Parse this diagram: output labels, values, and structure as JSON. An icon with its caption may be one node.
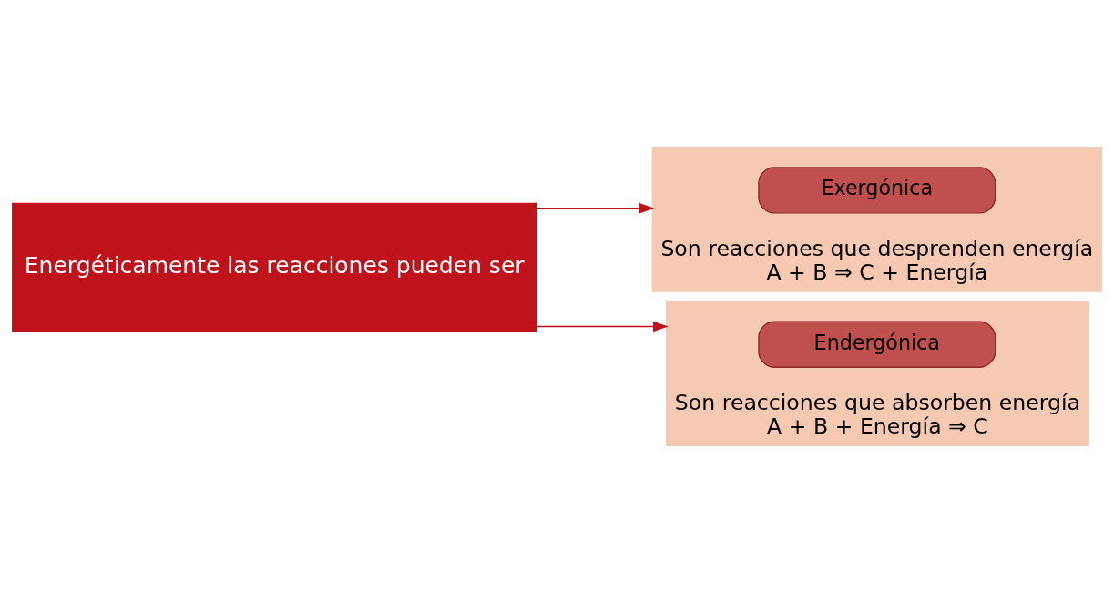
{
  "diagram": {
    "nodes": [
      {
        "text": [
          "Energéticamente las reacciones pueden ser"
        ]
      },
      {
        "text": [
          "Son reacciones que desprenden energía",
          "A + B ⇒ C + Energía"
        ]
      },
      {
        "text": [
          "Exergónica"
        ],
        "in": 1
      },
      {
        "text": [
          "Son reacciones que absorben energía",
          "A + B + Energía ⇒ C"
        ]
      },
      {
        "text": [
          "Endergónica"
        ],
        "in": 3
      }
    ],
    "edges": [
      {
        "from": 0,
        "to": 1,
        "arrow": "to"
      },
      {
        "from": 0,
        "to": 3,
        "arrow": "to"
      }
    ]
  }
}
